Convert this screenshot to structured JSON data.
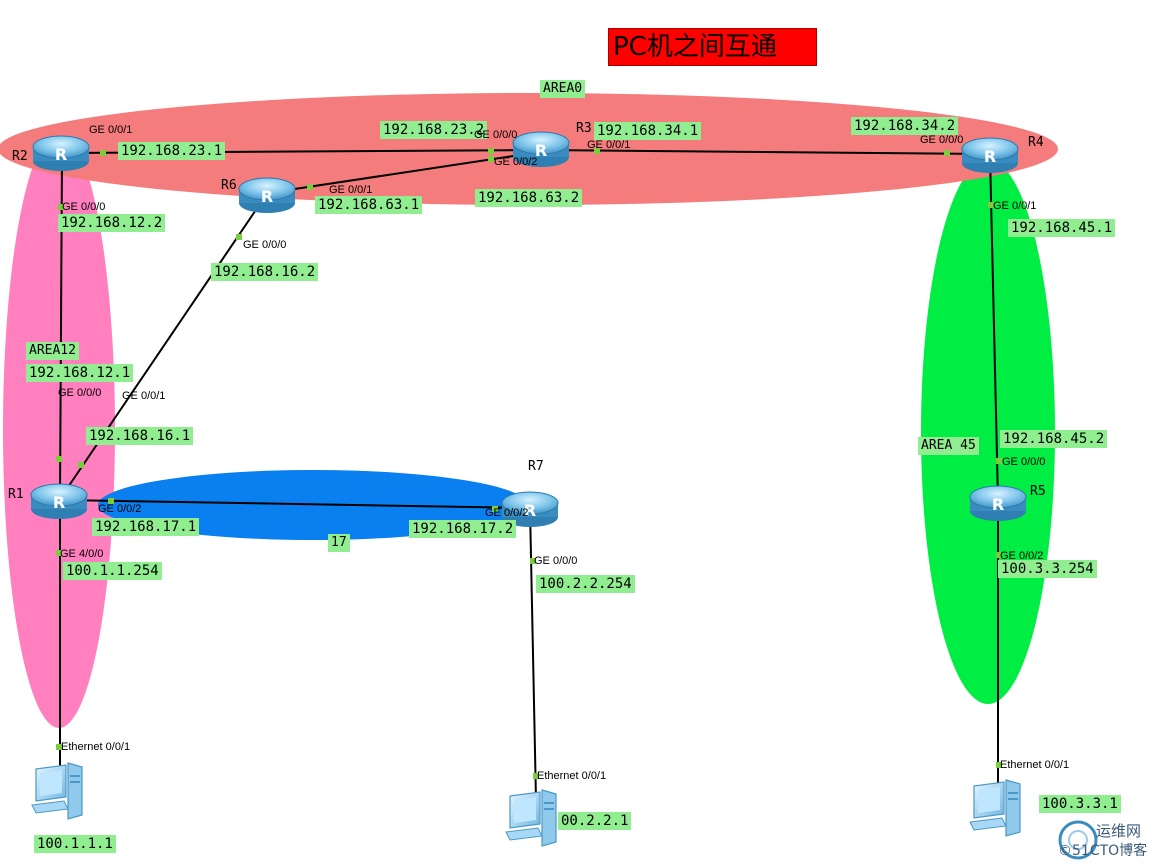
{
  "title": "PC机之间互通",
  "areas": {
    "area0": "AREA0",
    "area12": "AREA12",
    "area45": "AREA 45",
    "area17": "17"
  },
  "routers": {
    "r1": "R1",
    "r2": "R2",
    "r3": "R3",
    "r4": "R4",
    "r5": "R5",
    "r6": "R6",
    "r7": "R7"
  },
  "ips": {
    "r2_23": "192.168.23.1",
    "r3_23": "192.168.23.2",
    "r3_34": "192.168.34.1",
    "r4_34": "192.168.34.2",
    "r6_63": "192.168.63.1",
    "r3_63": "192.168.63.2",
    "r2_12": "192.168.12.2",
    "r6_16": "192.168.16.2",
    "r4_45": "192.168.45.1",
    "r1_12": "192.168.12.1",
    "r1_16": "192.168.16.1",
    "r5_45": "192.168.45.2",
    "r1_17": "192.168.17.1",
    "r7_17": "192.168.17.2",
    "r1_lan": "100.1.1.254",
    "r7_lan": "100.2.2.254",
    "r5_lan": "100.3.3.254",
    "pc1": "100.1.1.1",
    "pc2": "00.2.2.1",
    "pc3": "100.3.3.1"
  },
  "ports": {
    "r2_ge001": "GE 0/0/1",
    "r3_ge000": "GE 0/0/0",
    "r3_ge002": "GE 0/0/2",
    "r3_ge001": "GE 0/0/1",
    "r4_ge000": "GE 0/0/0",
    "r6_ge001": "GE 0/0/1",
    "r2_ge000": "GE 0/0/0",
    "r6_ge000": "GE 0/0/0",
    "r4_ge001": "GE 0/0/1",
    "r1_ge000": "GE 0/0/0",
    "r1_ge001": "GE 0/0/1",
    "r5_ge000": "GE 0/0/0",
    "r1_ge002": "GE 0/0/2",
    "r7_ge002": "GE 0/0/2",
    "r1_ge400": "GE 4/0/0",
    "r7_ge000": "GE 0/0/0",
    "r5_ge002": "GE 0/0/2",
    "pc1_eth": "Ethernet 0/0/1",
    "pc2_eth": "Ethernet 0/0/1",
    "pc3_eth": "Ethernet 0/0/1"
  },
  "watermark": {
    "top": "运维网",
    "bottom": "©51CTO博客"
  },
  "colors": {
    "area0": "#f47c7c",
    "area12": "#ff7fbf",
    "area45": "#00ee44",
    "area17": "#0a7fef",
    "label_bg": "#90ee90",
    "title_bg": "#ff0000",
    "port_dot": "#7ccd3c"
  },
  "icons": {
    "router": "router-icon",
    "pc": "pc-icon"
  }
}
